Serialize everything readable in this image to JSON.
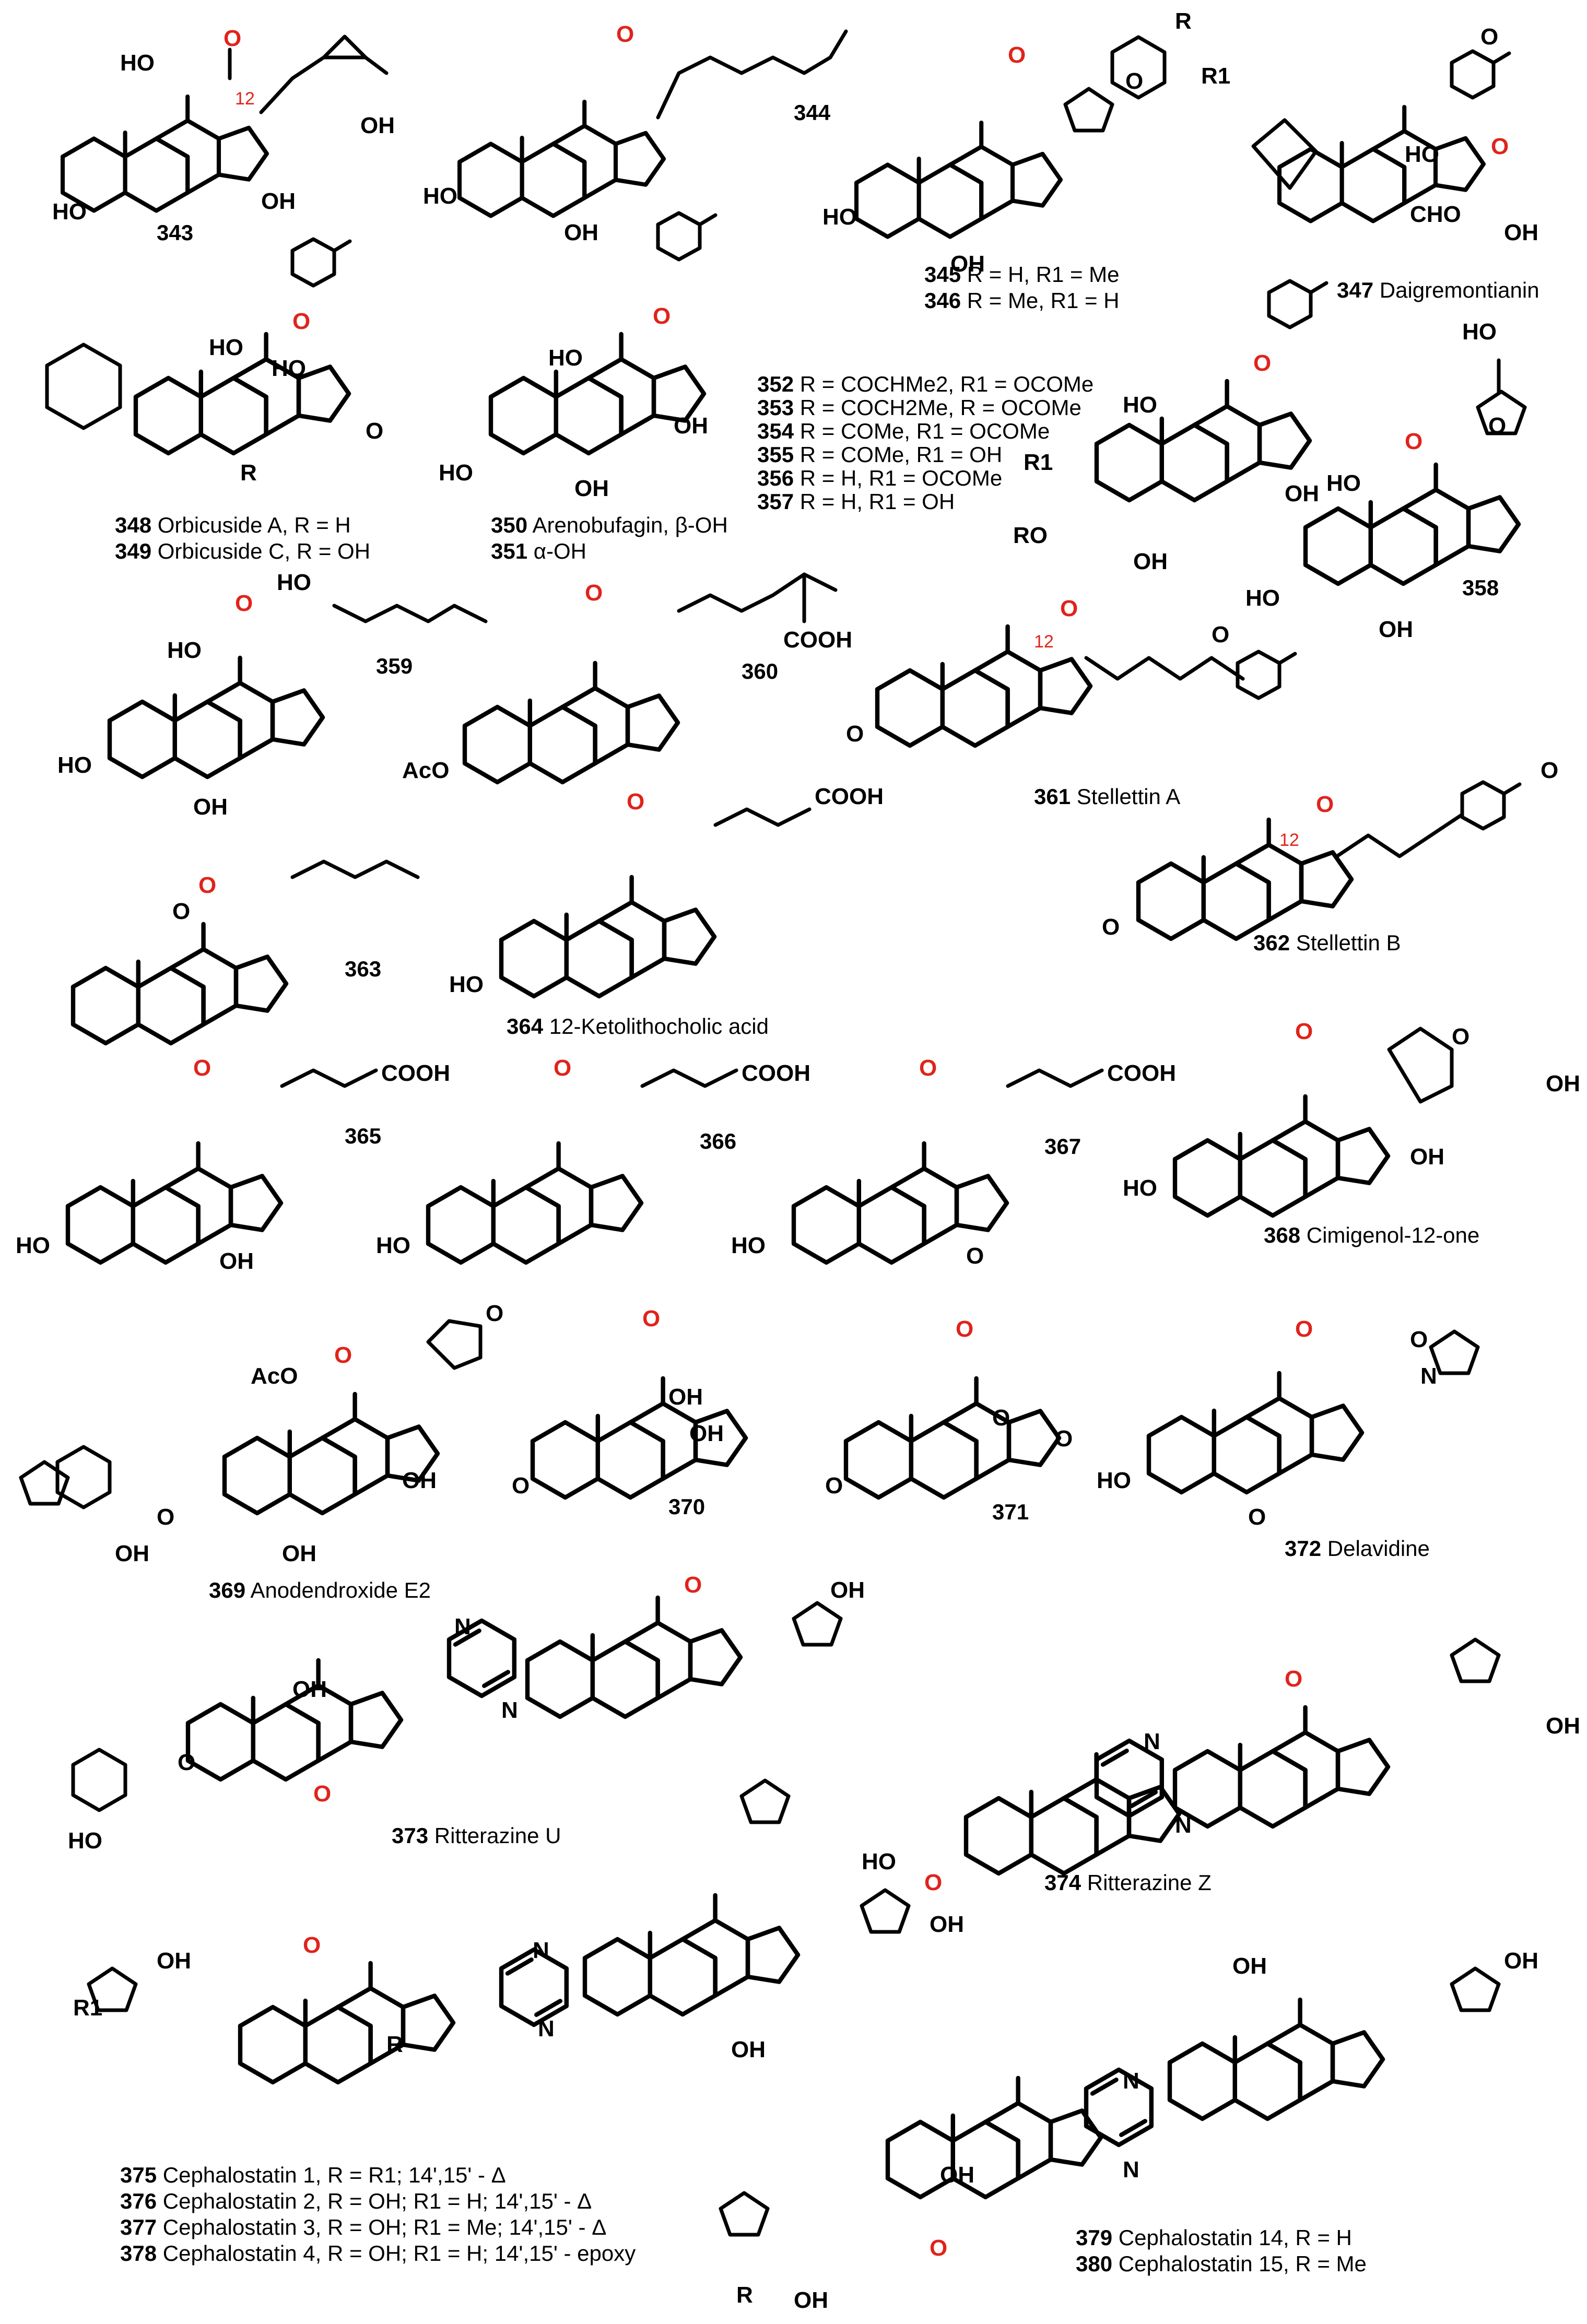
{
  "colors": {
    "ink": "#000000",
    "ketone_highlight": "#e0231b",
    "background": "#ffffff"
  },
  "compounds": [
    {
      "id": "c343",
      "num": "343",
      "name": ""
    },
    {
      "id": "c344",
      "num": "344",
      "name": ""
    },
    {
      "id": "c345",
      "num": "345",
      "name": "R = H, R1 = Me"
    },
    {
      "id": "c346",
      "num": "346",
      "name": "R = Me, R1 = H"
    },
    {
      "id": "c347",
      "num": "347",
      "name": "Daigremontianin"
    },
    {
      "id": "c348",
      "num": "348",
      "name": "Orbicuside A, R = H"
    },
    {
      "id": "c349",
      "num": "349",
      "name": "Orbicuside C, R = OH"
    },
    {
      "id": "c350",
      "num": "350",
      "name": "Arenobufagin, β-OH"
    },
    {
      "id": "c351",
      "num": "351",
      "name": "α-OH"
    },
    {
      "id": "c352",
      "num": "352",
      "name": "R = COCHMe2, R1 = OCOMe"
    },
    {
      "id": "c353",
      "num": "353",
      "name": "R = COCH2Me, R = OCOMe"
    },
    {
      "id": "c354",
      "num": "354",
      "name": "R = COMe, R1 = OCOMe"
    },
    {
      "id": "c355",
      "num": "355",
      "name": "R = COMe, R1 = OH"
    },
    {
      "id": "c356",
      "num": "356",
      "name": "R = H, R1 = OCOMe"
    },
    {
      "id": "c357",
      "num": "357",
      "name": "R = H, R1 = OH"
    },
    {
      "id": "c358",
      "num": "358",
      "name": ""
    },
    {
      "id": "c359",
      "num": "359",
      "name": ""
    },
    {
      "id": "c360",
      "num": "360",
      "name": ""
    },
    {
      "id": "c361",
      "num": "361",
      "name": "Stellettin A"
    },
    {
      "id": "c362",
      "num": "362",
      "name": "Stellettin B"
    },
    {
      "id": "c363",
      "num": "363",
      "name": ""
    },
    {
      "id": "c364",
      "num": "364",
      "name": "12-Ketolithocholic acid"
    },
    {
      "id": "c365",
      "num": "365",
      "name": ""
    },
    {
      "id": "c366",
      "num": "366",
      "name": ""
    },
    {
      "id": "c367",
      "num": "367",
      "name": ""
    },
    {
      "id": "c368",
      "num": "368",
      "name": "Cimigenol-12-one"
    },
    {
      "id": "c369",
      "num": "369",
      "name": "Anodendroxide E2"
    },
    {
      "id": "c370",
      "num": "370",
      "name": ""
    },
    {
      "id": "c371",
      "num": "371",
      "name": ""
    },
    {
      "id": "c372",
      "num": "372",
      "name": "Delavidine"
    },
    {
      "id": "c373",
      "num": "373",
      "name": "Ritterazine U"
    },
    {
      "id": "c374",
      "num": "374",
      "name": "Ritterazine Z"
    },
    {
      "id": "c375",
      "num": "375",
      "name": "Cephalostatin 1, R = R1; 14',15' - Δ"
    },
    {
      "id": "c376",
      "num": "376",
      "name": "Cephalostatin 2, R = OH; R1 = H; 14',15' - Δ"
    },
    {
      "id": "c377",
      "num": "377",
      "name": "Cephalostatin 3, R = OH; R1 = Me; 14',15' - Δ"
    },
    {
      "id": "c378",
      "num": "378",
      "name": "Cephalostatin 4, R = OH; R1 = H; 14',15' - epoxy"
    },
    {
      "id": "c379",
      "num": "379",
      "name": "Cephalostatin 14, R = H"
    },
    {
      "id": "c380",
      "num": "380",
      "name": "Cephalostatin 15, R = Me"
    }
  ],
  "atom_labels": {
    "oh": "OH",
    "ho": "HO",
    "h": "H",
    "o": "O",
    "n": "N",
    "cho": "CHO",
    "r": "R",
    "r1": "R1",
    "ro": "RO",
    "aco": "AcO",
    "cooh": "COOH",
    "pos12": "12",
    "ho_wavy": "HO"
  }
}
